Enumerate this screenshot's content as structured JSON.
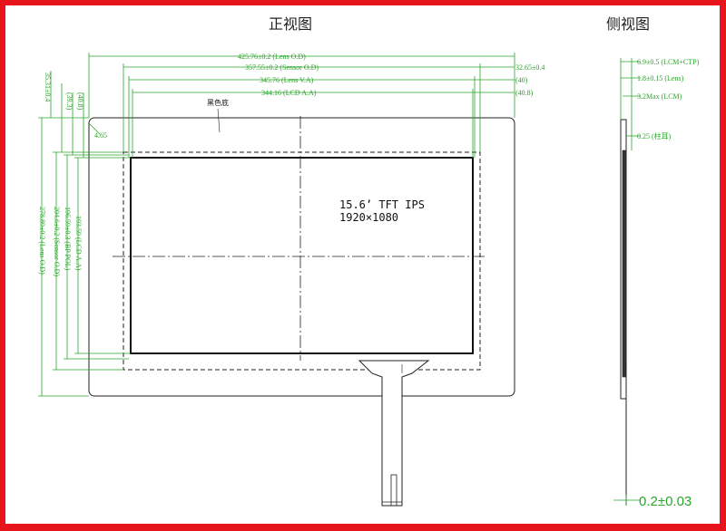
{
  "titles": {
    "front": "正视图",
    "side": "侧视图"
  },
  "panel": {
    "line1": "15.6’ TFT IPS",
    "line2": "1920×1080",
    "black_base": "黑色底"
  },
  "dims_top": {
    "lens": "425.76±0.2 (Lens O.D)",
    "sensor": "357.55±0.2 (Sensor O.D)",
    "lens_va": "345.76 (Lens V.A)",
    "lcd_aa": "344.16 (LCD A.A)",
    "right_1": "32.65±0.4",
    "right_2": "(40)",
    "right_3": "(40.8)"
  },
  "dims_left": {
    "d1": "35.31±0.4",
    "d2": "(40.8)",
    "d3": "(39.3)",
    "d4": "4.65",
    "d5": "193.59 (LCD A.A)",
    "d6": "196.59±0.3 (BP POL)",
    "d7": "204.6±0.2 (Sensor O.D)",
    "d8": "278.89±0.2 (Lens O.D)"
  },
  "dims_side": {
    "s1": "6.9±0.5 (LCM+CTP)",
    "s2": "1.8±0.15 (Lens)",
    "s3": "3.2Max (LCM)",
    "s4": "0.25 (柱耳)",
    "s5": "0.2±0.03"
  },
  "colors": {
    "dimension": "#2aa52a",
    "outline": "#222222",
    "frame": "#e8141c"
  }
}
